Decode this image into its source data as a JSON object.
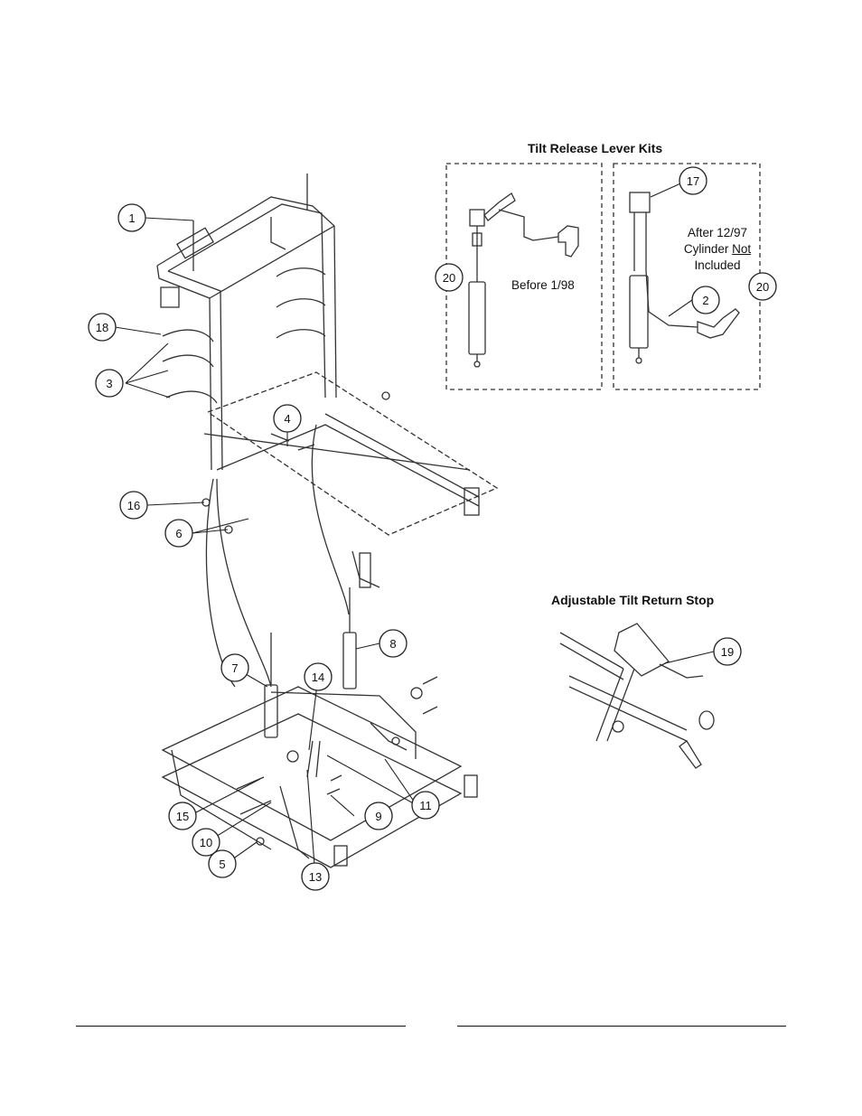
{
  "insets": {
    "tilt_release": {
      "title": "Tilt Release Lever Kits",
      "left_panel_note": "Before 1/98",
      "right_panel_note_line1": "After 12/97",
      "right_panel_note_line2_a": "Cylinder ",
      "right_panel_note_line2_b": "Not",
      "right_panel_note_line3": "Included"
    },
    "tilt_return": {
      "title": "Adjustable Tilt Return Stop"
    }
  },
  "callouts": {
    "c1": "1",
    "c2": "2",
    "c3": "3",
    "c4": "4",
    "c5": "5",
    "c6": "6",
    "c7": "7",
    "c8": "8",
    "c9": "9",
    "c10": "10",
    "c11": "11",
    "c13": "13",
    "c14": "14",
    "c15": "15",
    "c16": "16",
    "c17": "17",
    "c18": "18",
    "c19": "19",
    "c20a": "20",
    "c20b": "20"
  },
  "colors": {
    "line": "#222222",
    "frame": "#333333"
  }
}
